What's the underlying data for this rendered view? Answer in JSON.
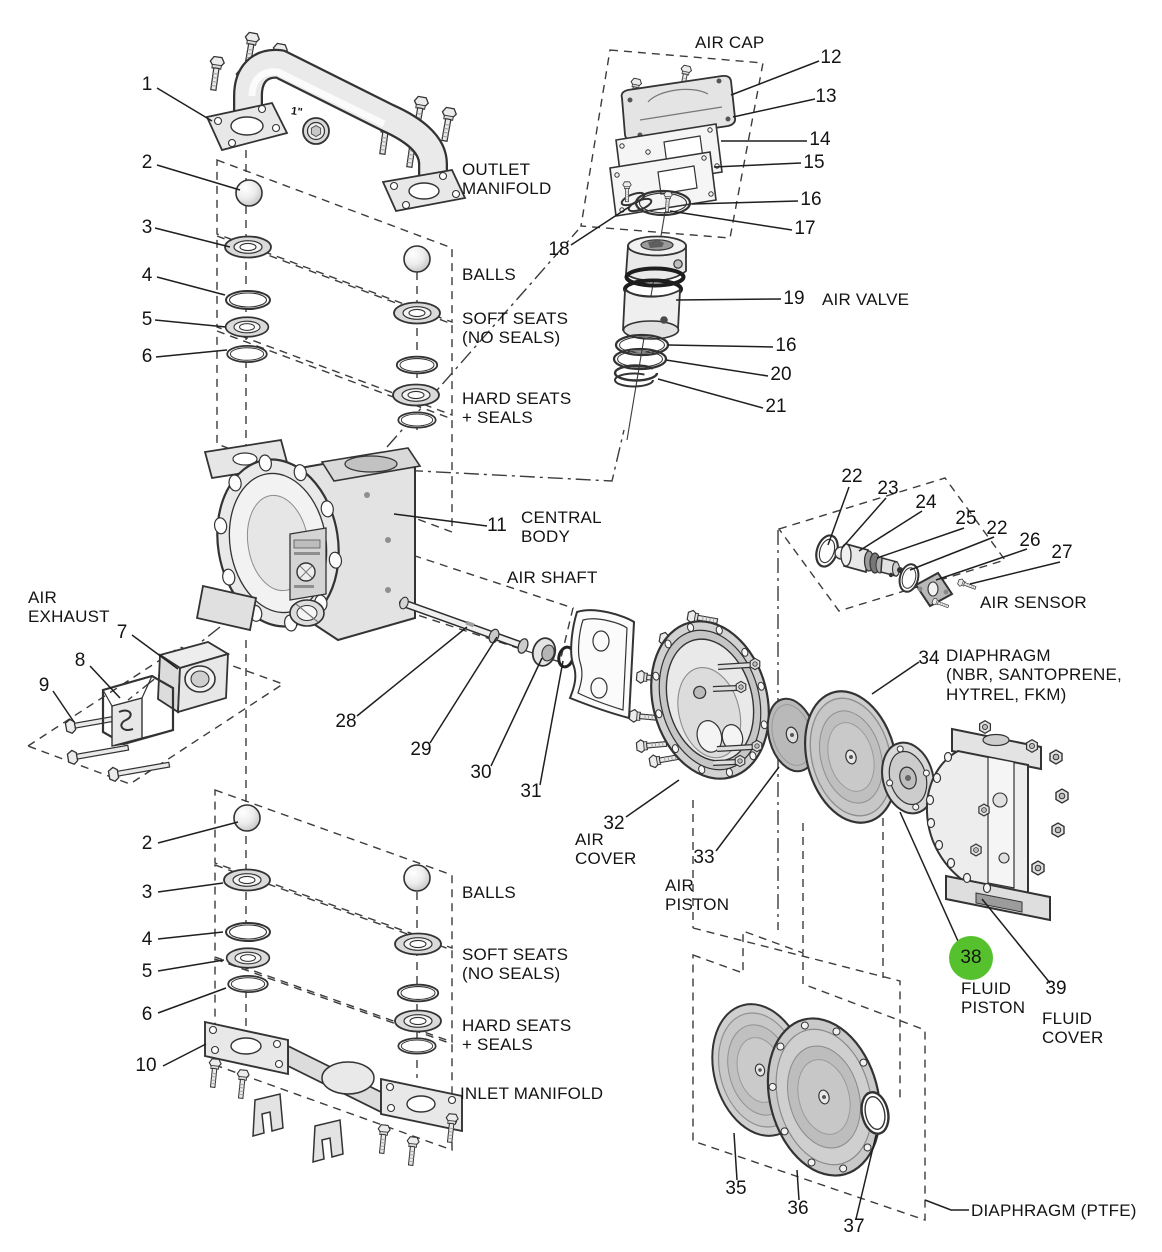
{
  "labels": {
    "air_cap": "AIR CAP",
    "outlet_manifold": "OUTLET\nMANIFOLD",
    "balls_top": "BALLS",
    "soft_seats_top": "SOFT SEATS\n(NO SEALS)",
    "hard_seats_top": "HARD SEATS\n+ SEALS",
    "air_valve": "AIR VALVE",
    "central_body": "CENTRAL\nBODY",
    "air_shaft": "AIR SHAFT",
    "air_exhaust": "AIR\nEXHAUST",
    "air_sensor": "AIR SENSOR",
    "diaphragm_nbr": "DIAPHRAGM\n(NBR, SANTOPRENE,\nHYTREL, FKM)",
    "air_cover": "AIR\nCOVER",
    "air_piston": "AIR\nPISTON",
    "fluid_piston": "FLUID\nPISTON",
    "fluid_cover": "FLUID\nCOVER",
    "balls_bottom": "BALLS",
    "soft_seats_bottom": "SOFT SEATS\n(NO SEALS)",
    "hard_seats_bottom": "HARD SEATS\n+ SEALS",
    "inlet_manifold": "INLET MANIFOLD",
    "diaphragm_ptfe": "DIAPHRAGM (PTFE)",
    "port_marking": "1\""
  },
  "callouts": {
    "c1": "1",
    "c2_top": "2",
    "c3_top": "3",
    "c4_top": "4",
    "c5_top": "5",
    "c6_top": "6",
    "c7": "7",
    "c8": "8",
    "c9": "9",
    "c10": "10",
    "c11": "11",
    "c12": "12",
    "c13": "13",
    "c14": "14",
    "c15": "15",
    "c16_upper": "16",
    "c17": "17",
    "c18": "18",
    "c19": "19",
    "c16_lower": "16",
    "c20": "20",
    "c21": "21",
    "c22_left": "22",
    "c23": "23",
    "c24": "24",
    "c25": "25",
    "c22_right": "22",
    "c26": "26",
    "c27": "27",
    "c28": "28",
    "c29": "29",
    "c30": "30",
    "c31": "31",
    "c32": "32",
    "c33": "33",
    "c34": "34",
    "c2_bottom": "2",
    "c3_bottom": "3",
    "c4_bottom": "4",
    "c5_bottom": "5",
    "c6_bottom": "6",
    "c35": "35",
    "c36": "36",
    "c37": "37",
    "c38": "38",
    "c39": "39"
  },
  "highlight": {
    "part": "38",
    "color": "#55c22d"
  }
}
